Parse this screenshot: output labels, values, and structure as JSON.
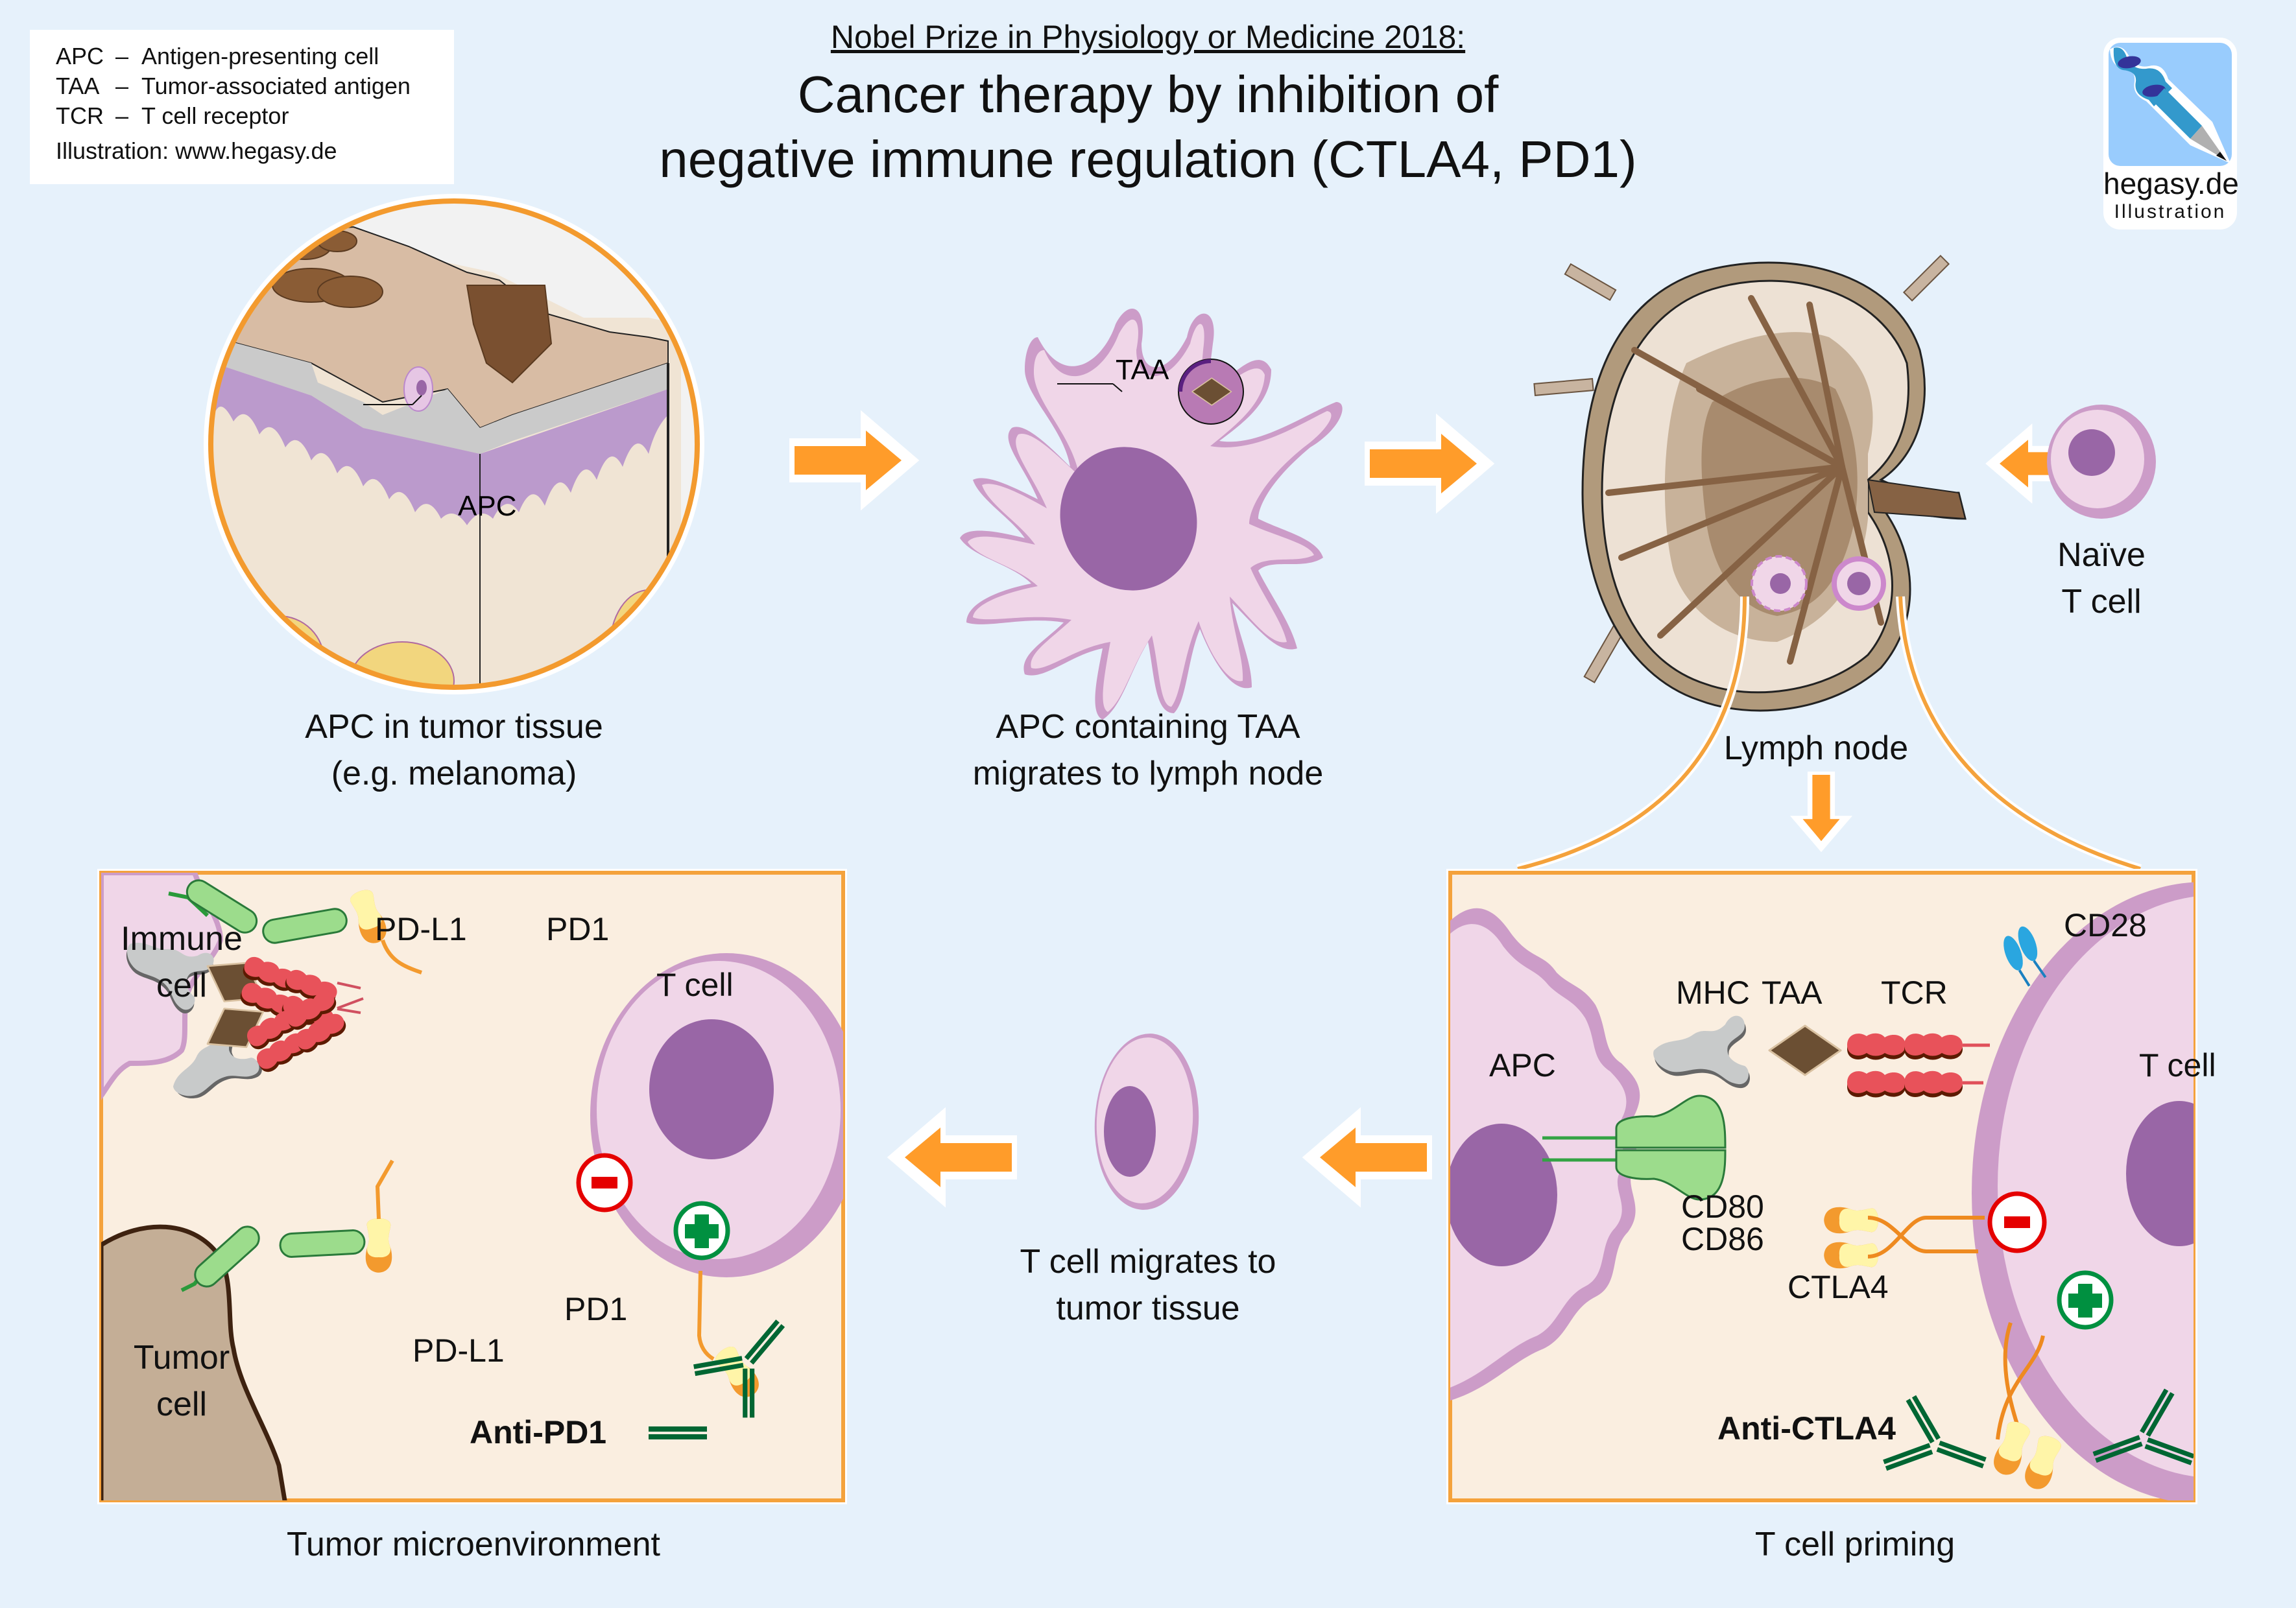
{
  "legend": {
    "entries": [
      {
        "abbr": "APC",
        "dash": "–",
        "meaning": "Antigen-presenting cell"
      },
      {
        "abbr": "TAA",
        "dash": "–",
        "meaning": "Tumor-associated antigen"
      },
      {
        "abbr": "TCR",
        "dash": "–",
        "meaning": "T cell receptor"
      }
    ],
    "credit": "Illustration: www.hegasy.de"
  },
  "header": {
    "supertitle": "Nobel Prize in Physiology or Medicine 2018:",
    "title_line1": "Cancer therapy by inhibition of",
    "title_line2": "negative immune regulation (CTLA4, PD1)"
  },
  "logo": {
    "icon": "dna-pencil-icon",
    "name": "hegasy.de",
    "subtitle": "Illustration"
  },
  "colors": {
    "background": "#e6f1fb",
    "arrow": "#ff9c2a",
    "panel_border": "#f4a23c",
    "panel_fill": "#faeee0",
    "cell_membrane": "#cc9cc8",
    "cell_cytoplasm": "#f0d6e8",
    "nucleus": "#9966a6",
    "inhibit_red": "#e50000",
    "activate_green": "#009040",
    "antibody_green": "#006633"
  },
  "steps": {
    "tumor_tissue": {
      "caption_line1": "APC in tumor tissue",
      "caption_line2": "(e.g. melanoma)",
      "apc_label": "APC"
    },
    "apc_migration": {
      "caption_line1": "APC containing TAA",
      "caption_line2": "migrates to lymph node",
      "taa_label": "TAA"
    },
    "lymph_node": {
      "caption": "Lymph node",
      "naive_line1": "Naïve",
      "naive_line2": "T cell"
    },
    "t_cell_priming": {
      "caption": "T cell priming",
      "labels": {
        "apc": "APC",
        "t_cell": "T cell",
        "mhc": "MHC",
        "taa": "TAA",
        "tcr": "TCR",
        "cd28": "CD28",
        "cd80": "CD80",
        "cd86": "CD86",
        "ctla4": "CTLA4",
        "antibody": "Anti-CTLA4"
      }
    },
    "t_cell_migration": {
      "caption_line1": "T cell migrates to",
      "caption_line2": "tumor tissue"
    },
    "tumor_microenvironment": {
      "caption": "Tumor microenvironment",
      "labels": {
        "immune_cell_line1": "Immune",
        "immune_cell_line2": "cell",
        "tumor_cell_line1": "Tumor",
        "tumor_cell_line2": "cell",
        "t_cell": "T cell",
        "pdl1_top": "PD-L1",
        "pd1_top": "PD1",
        "pdl1_bottom": "PD-L1",
        "pd1_bottom": "PD1",
        "antibody": "Anti-PD1"
      }
    }
  },
  "signals": {
    "inhibit_symbol": "−",
    "activate_symbol": "+"
  }
}
